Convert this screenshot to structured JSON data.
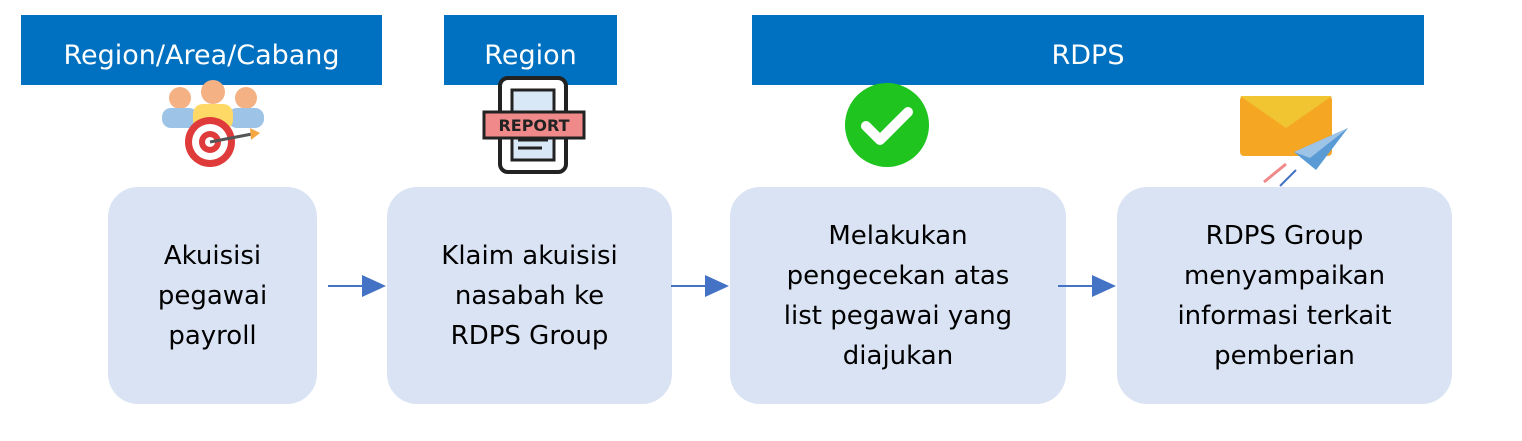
{
  "headers": [
    {
      "label": "Region/Area/Cabang"
    },
    {
      "label": "Region"
    },
    {
      "label": "RDPS"
    }
  ],
  "steps": [
    {
      "label": "Akuisisi\npegawai\npayroll"
    },
    {
      "label": "Klaim akuisisi\nnasabah ke\nRDPS Group"
    },
    {
      "label": "Melakukan\npengecekan atas\nlist pegawai yang\ndiajukan"
    },
    {
      "label": "RDPS Group\nmenyampaikan\ninformasi terkait\npemberian"
    }
  ],
  "icons": {
    "report_label": "REPORT",
    "check_color": "#1FC41F",
    "report_color": "#F08A8A"
  },
  "colors": {
    "header": "#0070C0",
    "box": "#DAE3F3",
    "arrow": "#4472C4"
  }
}
